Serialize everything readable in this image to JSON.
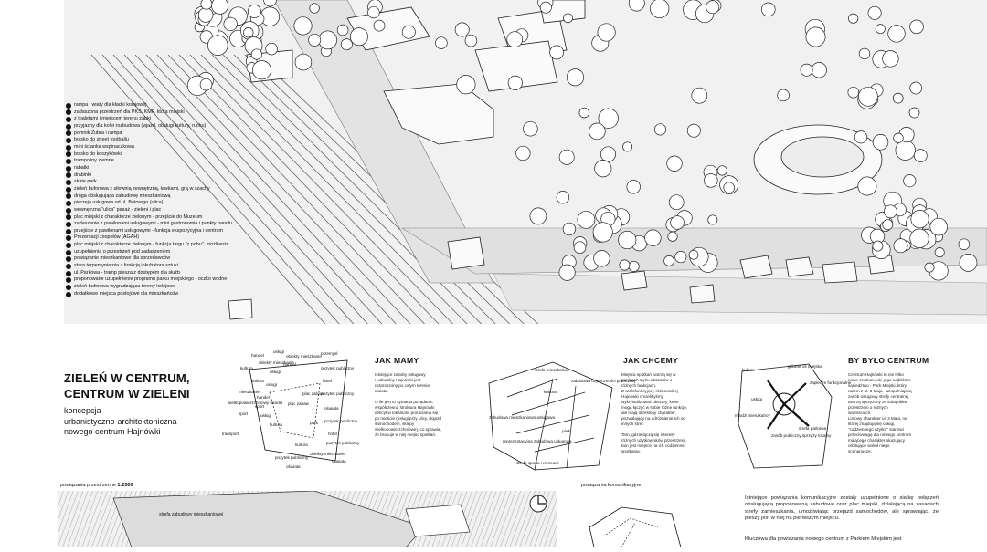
{
  "title": {
    "line1": "ZIELEŃ W CENTRUM,",
    "line2": "CENTRUM W ZIELENI"
  },
  "subtitle": {
    "line1": "koncepcja",
    "line2": "urbanistyczno-architektoniczna",
    "line3": "nowego centrum Hajnówki"
  },
  "legend": [
    "rampa i wiaty dla kładki kolejowej",
    "zadaszona przestrzeń dla PKS, KMP, która miejski",
    "z toaletami i miejscem terenu żabki",
    "przyjazny dla kolei rozbudowa (wjazd, obsługi kultury, ruchu)",
    "pomnik Żubra i rampa",
    "boisko do street footballu",
    "mini ścianka wspinaczkowa",
    "boisko do koszykówki",
    "trampoliny ziemne",
    "rabatki",
    "drabinki",
    "skate park",
    "zieleń buforowa z siłownią zewnętrzną, ławkami, grą w szachy",
    "droga obsługująca zabudowę mieszkaniową",
    "pierzeja usługowa od ul. Batorego (ulica)",
    "wewnętrzna \"ulica\" pasaż - zieleni i plac",
    "plac miejski z charakterze zielonym - przejście do Muzeum",
    "zadaszenie z pawilonami usługowymi - mini gastronomia i punkty handlu",
    "przejście z pawilonami usługowymi - funkcja ekspozycyjna i centrum",
    "Prezentacji zespołów (AGAH)",
    "plac miejski z charakterze zielonym - funkcja targu \"z pobu\", możliwość",
    "uzupełnienia o przestrzeń pod zadaszeniem",
    "powiązanie mieszkaniowe dla sprzedawców",
    "stara terpentyniarnia z funkcją inkubatora sztuki",
    "ul. Parkowa - tramp piesza z dostępem dla służb",
    "proponowane uzupełnienie programu parku miejskiego - oczko wodne",
    "zieleń buforowa wygradzająca tereny kolejowe",
    "dodatkowe miejsca postojowe dla mieszkańców"
  ],
  "sections": {
    "jak_mamy": {
      "heading": "JAK MAMY",
      "text": [
        "Istniejące zasoby usługowy",
        "i kulturalny Hajnówki jest",
        "rozproszony po całym terenie",
        "miasta.",
        "",
        "O ile jest to sytuacja pożądana,",
        "współczesna struktura Hajnówki",
        "deficyt w lokalność poruszania się",
        "po mieście (usługi przy ulicy, dojazd",
        "samochodem, sklepy",
        "wielkopowierzchniowe), co sprawia,",
        "że brakuje w niej miejsc spotkań."
      ]
    },
    "jak_chcemy": {
      "heading": "JAK CHCEMY",
      "text": [
        "Miejsca spotkań tworzą się w",
        "punktach styku obszarów o",
        "różnych funkcjach.",
        "Z wielofunkcyjnej, różnorodnej",
        "Hajnówki chcielibyśmy",
        "wykrystalizować obszary, które",
        "mogą łączyć w sobie różne funkcje,",
        "ale mają określony charakter,",
        "pozwalający na odróżnienie ich od",
        "innych stref.",
        "",
        "Tam, gdzie łączą się interesy",
        "różnych użytkowników przestrzeni,",
        "tam jest miejsce na ich codzienne",
        "spotkania."
      ]
    },
    "by_bylo_centrum": {
      "heading": "BY BYŁO CENTRUM",
      "text": [
        "Centrum Hajnówki to nie tylko",
        "nowe centrum, ale jego najbliższe",
        "sąsiedztwo - Park Miejski, który",
        "razem z ul. 3 Maja - uzupełniającą",
        "zasób usługowy strefy centralnej",
        "tworzą sprzężony ze sobą układ",
        "przestrzeni o różnych",
        "wartościach.",
        "Liniowy charakter ul. 3 Maja, na",
        "której znajdują się usługi,",
        "\"codziennego użytku\" stanowi",
        "przeciwwagę dla nowego centrum",
        "mającego charakter okazujący",
        "orbitujące wokół niego",
        "scenariusze."
      ]
    }
  },
  "diagram1_labels": [
    "handel",
    "usługi",
    "obiekty mieszkanie",
    "przemysł",
    "kultura",
    "obiekty mieszkanie",
    "handel",
    "usługi",
    "pozytek publiczny",
    "kultura",
    "hotel",
    "mieszkanie",
    "usługi",
    "pozytek publiczny",
    "handel",
    "plac zabaw",
    "wielkopowierzchniowy handel",
    "sport",
    "plac zabaw",
    "oświata",
    "sport",
    "usługi",
    "pozytek publiczny",
    "transport",
    "kultura",
    "park",
    "hotel",
    "pozytek publiczny",
    "kultura",
    "obiekty mieszkanie",
    "oświata",
    "pozytek publiczny",
    "oświata"
  ],
  "diagram2_labels": [
    "strefa mieszkalna",
    "kultura",
    "zabudowa użyteczności publicznej",
    "zabudowa mieszkaniowo-usługowa",
    "park",
    "reprezentacyjna zabudowa usługowa",
    "strefa sportu i rekreacji"
  ],
  "diagram3_labels": [
    "kultura",
    "główna oś miejska",
    "zaplecze funkcjonalne",
    "usługi",
    "C",
    "młodzi mieszkańcy",
    "strefa parkowa",
    "zasób publiczny sprzęży lokalny"
  ],
  "bottom": {
    "left_caption_prefix": "powiązania przestrzenne",
    "left_caption_scale": "1:2500",
    "middle_caption": "powiązania komunikacyjne",
    "map_label": "strefa zabudowy mieszkaniowej",
    "paragraph1": "Istniejące powiązania komunikacyjne zostały uzupełnione o siatkę połączeń obsługującą proponowaną zabudowę oraz plac miejski, działającą na zasadach strefy zamieszkania, umożliwiając przejazd samochodów, ale sprawiając, że pieszy jest w niej na pierwszym miejscu.",
    "paragraph2": "Kluczowa dla powiązania nowego centrum z Parkiem Miejskim jest"
  },
  "colors": {
    "ink": "#111111",
    "paper": "#ffffff",
    "map_bg": "#f1f1f1"
  }
}
